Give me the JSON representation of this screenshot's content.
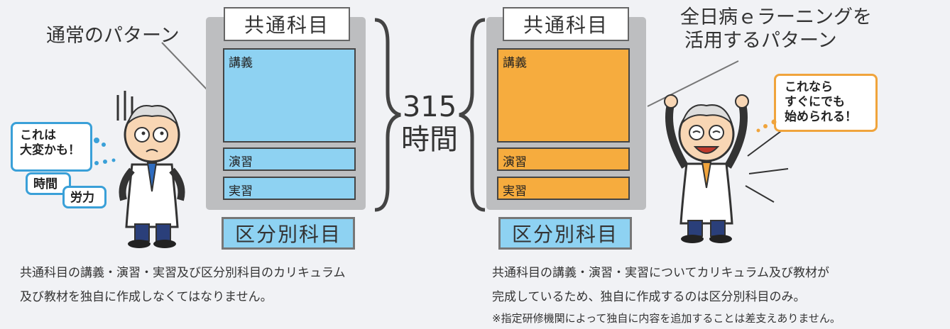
{
  "left": {
    "pattern_label": "通常のパターン",
    "common_title": "共通科目",
    "lecture": "講義",
    "exercise": "演習",
    "practice": "実習",
    "dept_title": "区分別科目",
    "bubble_main": [
      "これは",
      "大変かも！"
    ],
    "bubble_time": "時間",
    "bubble_effort": "労力",
    "caption": [
      "共通科目の講義・演習・実習及び区分別科目のカリキュラム",
      "及び教材を独自に作成しなくてはなりません。"
    ]
  },
  "center": {
    "hours_value": "315",
    "hours_unit": "時間"
  },
  "right": {
    "pattern_label": [
      "全日病ｅラーニングを",
      "活用するパターン"
    ],
    "common_title": "共通科目",
    "lecture": "講義",
    "exercise": "演習",
    "practice": "実習",
    "dept_title": "区分別科目",
    "bubble": [
      "これなら",
      "すぐにでも",
      "始められる！"
    ],
    "caption": [
      "共通科目の講義・演習・実習についてカリキュラム及び教材が",
      "完成しているため、独自に作成するのは区分別科目のみ。"
    ],
    "note": "※指定研修機関によって独自に内容を追加することは差支えありません。"
  },
  "colors": {
    "lecture_left": "#8ed2f2",
    "lecture_right": "#f6ac3e",
    "bubble_left": "#3aa0d8",
    "bubble_right": "#f0a43c"
  }
}
